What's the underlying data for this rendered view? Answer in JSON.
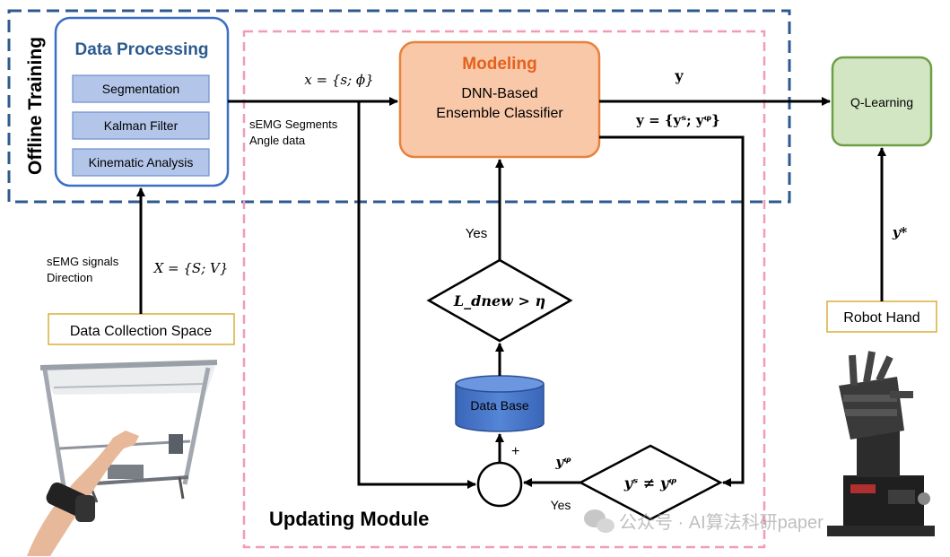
{
  "regions": {
    "offline_training": "Offline Training",
    "updating_module": "Updating Module"
  },
  "data_processing": {
    "title": "Data Processing",
    "steps": [
      "Segmentation",
      "Kalman Filter",
      "Kinematic Analysis"
    ]
  },
  "modeling": {
    "title": "Modeling",
    "line1": "DNN-Based",
    "line2": "Ensemble Classifier"
  },
  "q_learning": "Q-Learning",
  "robot_hand": "Robot Hand",
  "data_collection_space": "Data Collection Space",
  "data_base": "Data Base",
  "edge_labels": {
    "x_eq": "x = {s; ϕ}",
    "semg_segments": "sEMG Segments",
    "angle_data": "Angle data",
    "y": "y",
    "y_eq": "y = {yˢ; yᵠ}",
    "y_star": "y*",
    "semg_signals": "sEMG signals",
    "direction": "Direction",
    "X_eq": "X = {S; V}",
    "yes_up": "Yes",
    "yes_left": "Yes",
    "y_phi": "yᵠ",
    "plus": "+"
  },
  "decisions": {
    "loss_check": "L_dnew > η",
    "mismatch_check": "yˢ ≠ yᵠ"
  },
  "watermark": "公众号 · AI算法科研paper",
  "colors": {
    "offline_border": "#2d5a8e",
    "updating_border": "#f29bb8",
    "dp_border": "#3a6fc4",
    "dp_title": "#2a5a8f",
    "dp_step_fill": "#b3c6ea",
    "modeling_fill": "#f9c8a8",
    "modeling_border": "#e8823c",
    "modeling_title": "#e3621d",
    "q_fill": "#d3e6c3",
    "q_border": "#6e9e46",
    "box_border": "#d8ad3a",
    "db_fill": "#4472c4"
  },
  "icons": {
    "left_photo": "rehab-frame-arm-photo",
    "right_photo": "robotic-hand-photo",
    "watermark": "wechat-icon"
  }
}
